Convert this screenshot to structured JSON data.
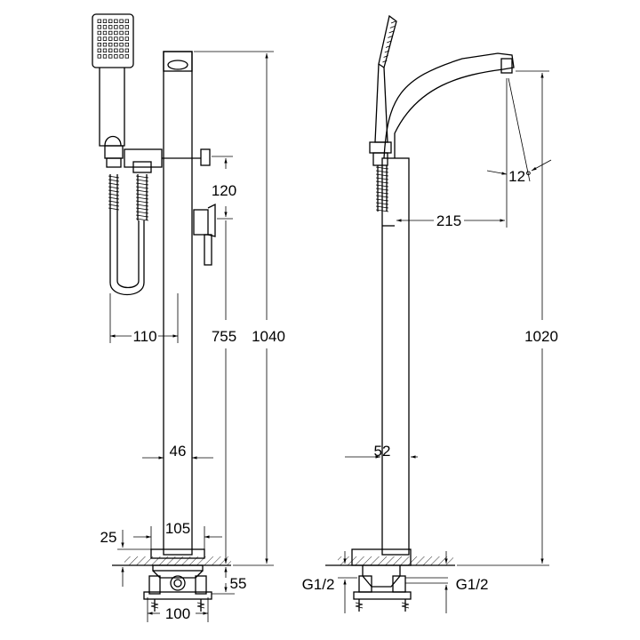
{
  "front_view": {
    "arm_width": "110",
    "handle_drop": "120",
    "handle_height": "755",
    "total_height": "1040",
    "column_width": "46",
    "base_width": "105",
    "plate_thickness": "25",
    "mount_depth": "55",
    "mount_width": "100"
  },
  "side_view": {
    "spout_reach": "215",
    "spout_angle": "12°",
    "spout_height": "1020",
    "column_width": "52",
    "inlet_left": "G1/2",
    "inlet_right": "G1/2"
  },
  "colors": {
    "line": "#000000",
    "background": "#ffffff"
  }
}
